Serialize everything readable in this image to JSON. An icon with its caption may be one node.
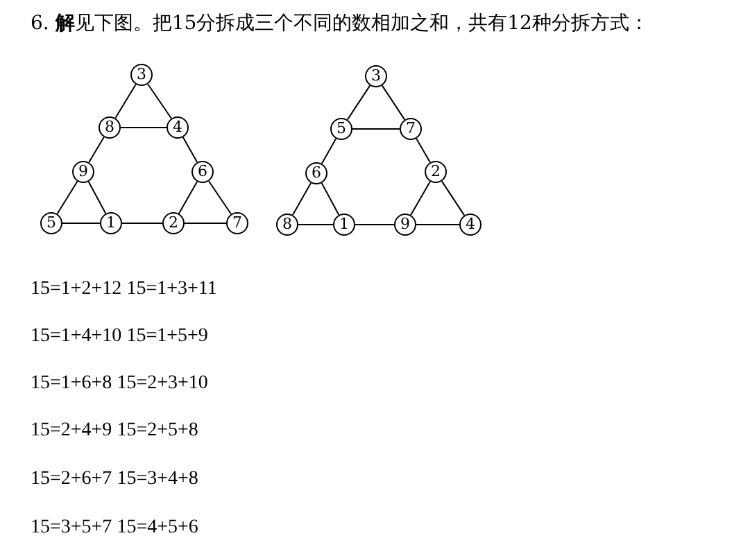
{
  "diagram": {
    "nodes": [
      {
        "text": [
          "3"
        ]
      },
      {
        "text": [
          "8"
        ]
      },
      {
        "text": [
          "4"
        ]
      },
      {
        "text": [
          "9"
        ]
      },
      {
        "text": [
          "6"
        ]
      },
      {
        "text": [
          "5"
        ]
      },
      {
        "text": [
          "1"
        ]
      },
      {
        "text": [
          "2"
        ]
      },
      {
        "text": [
          "7"
        ]
      },
      {
        "text": [
          "3"
        ]
      },
      {
        "text": [
          "5"
        ]
      },
      {
        "text": [
          "7"
        ]
      },
      {
        "text": [
          "6"
        ]
      },
      {
        "text": [
          "2"
        ]
      },
      {
        "text": [
          "8"
        ]
      },
      {
        "text": [
          "1"
        ]
      },
      {
        "text": [
          "9"
        ]
      },
      {
        "text": [
          "4"
        ]
      }
    ],
    "edges": [
      {
        "from": 0,
        "to": 1,
        "arrow": "none"
      },
      {
        "from": 0,
        "to": 2,
        "arrow": "none"
      },
      {
        "from": 1,
        "to": 2,
        "arrow": "none"
      },
      {
        "from": 1,
        "to": 3,
        "arrow": "none"
      },
      {
        "from": 2,
        "to": 4,
        "arrow": "none"
      },
      {
        "from": 3,
        "to": 5,
        "arrow": "none"
      },
      {
        "from": 3,
        "to": 6,
        "arrow": "none"
      },
      {
        "from": 5,
        "to": 6,
        "arrow": "none"
      },
      {
        "from": 6,
        "to": 7,
        "arrow": "none"
      },
      {
        "from": 4,
        "to": 7,
        "arrow": "none"
      },
      {
        "from": 4,
        "to": 8,
        "arrow": "none"
      },
      {
        "from": 7,
        "to": 8,
        "arrow": "none"
      },
      {
        "from": 9,
        "to": 10,
        "arrow": "none"
      },
      {
        "from": 9,
        "to": 11,
        "arrow": "none"
      },
      {
        "from": 10,
        "to": 11,
        "arrow": "none"
      },
      {
        "from": 10,
        "to": 12,
        "arrow": "none"
      },
      {
        "from": 11,
        "to": 13,
        "arrow": "none"
      },
      {
        "from": 12,
        "to": 14,
        "arrow": "none"
      },
      {
        "from": 12,
        "to": 15,
        "arrow": "none"
      },
      {
        "from": 14,
        "to": 15,
        "arrow": "none"
      },
      {
        "from": 15,
        "to": 16,
        "arrow": "none"
      },
      {
        "from": 13,
        "to": 16,
        "arrow": "none"
      },
      {
        "from": 13,
        "to": 17,
        "arrow": "none"
      },
      {
        "from": 16,
        "to": 17,
        "arrow": "none"
      }
    ],
    "labels": [
      "6. **解**见下图。把15分拆成三个不同的数相加之和，共有12种分拆方式：",
      "15=1+2+12",
      "15=1+3+11",
      "15=1+4+10",
      "15=1+5+9",
      "15=1+6+8",
      "15=2+3+10",
      "15=2+4+9",
      "15=2+5+8",
      "15=2+6+7",
      "15=3+4+8",
      "15=3+5+7",
      "15=4+5+6"
    ]
  }
}
